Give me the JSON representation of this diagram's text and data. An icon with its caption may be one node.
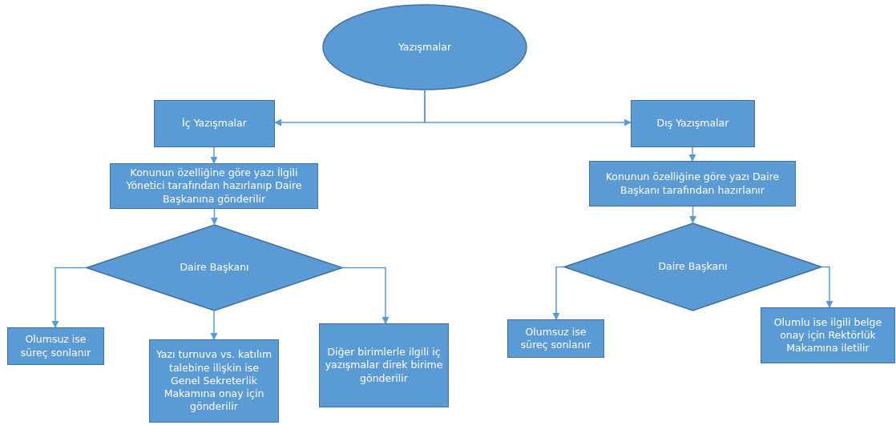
{
  "diagram": {
    "nodes": [
      {
        "text": [
          "Yazışmalar"
        ]
      },
      {
        "text": [
          "İç Yazışmalar"
        ]
      },
      {
        "text": [
          "Konunun özelliğine göre yazı İlgili Yönetici tarafından hazırlanıp Daire Başkanına gönderilir"
        ]
      },
      {
        "text": [
          "Daire Başkanı"
        ]
      },
      {
        "text": [
          "Olumsuz ise süreç sonlanır"
        ]
      },
      {
        "text": [
          "Yazı turnuva vs. katılım talebine ilişkin ise Genel Sekreterlik Makamına onay için gönderilir"
        ]
      },
      {
        "text": [
          "Diğer birimlerle ilgili iç yazışmalar direk birime gönderilir"
        ]
      },
      {
        "text": [
          "Dış Yazışmalar"
        ]
      },
      {
        "text": [
          "Konunun özelliğine göre yazı Daire Başkanı tarafından hazırlanır"
        ]
      },
      {
        "text": [
          "Daire Başkanı"
        ]
      },
      {
        "text": [
          "Olumsuz ise süreç sonlanır"
        ]
      },
      {
        "text": [
          "Olumlu ise ilgili belge onay için Rektörlük Makamına iletilir"
        ]
      }
    ],
    "edges": [
      {
        "from": 0,
        "to": 1,
        "arrow": "to"
      },
      {
        "from": 0,
        "to": 7,
        "arrow": "to"
      },
      {
        "from": 1,
        "to": 2,
        "arrow": "to"
      },
      {
        "from": 2,
        "to": 3,
        "arrow": "to"
      },
      {
        "from": 3,
        "to": 4,
        "arrow": "to"
      },
      {
        "from": 3,
        "to": 5,
        "arrow": "to"
      },
      {
        "from": 3,
        "to": 6,
        "arrow": "to"
      },
      {
        "from": 7,
        "to": 8,
        "arrow": "to"
      },
      {
        "from": 8,
        "to": 9,
        "arrow": "to"
      },
      {
        "from": 9,
        "to": 10,
        "arrow": "to"
      },
      {
        "from": 9,
        "to": 11,
        "arrow": "to"
      }
    ]
  }
}
